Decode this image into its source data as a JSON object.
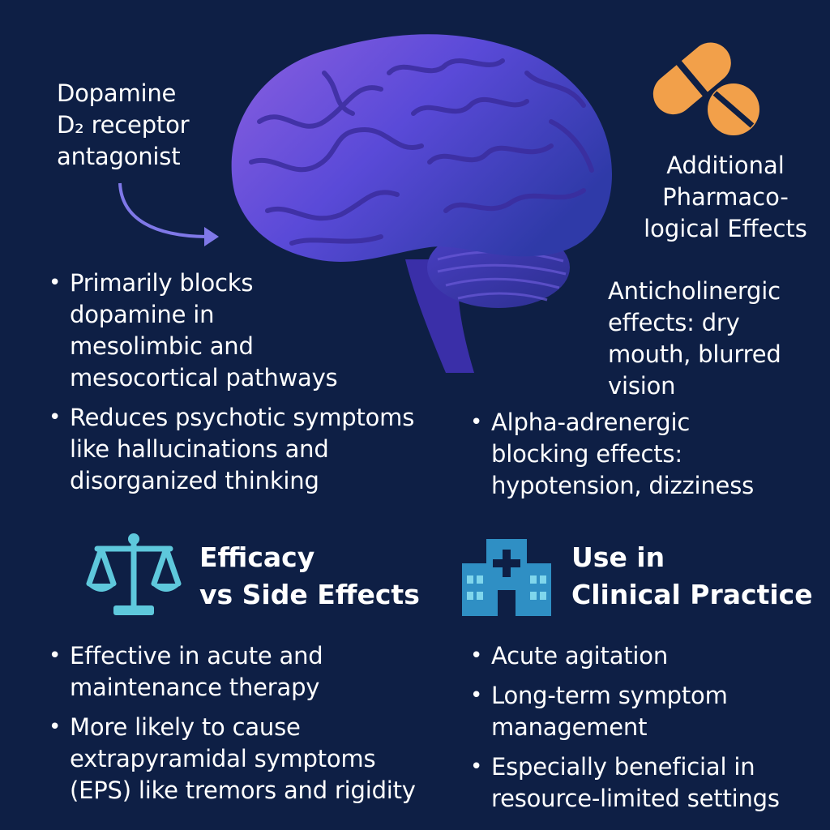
{
  "moa": {
    "label": "Dopamine\nD₂ receptor\nantagonist",
    "bullets": [
      "Primarily blocks\ndopamine in\nmesolimbic and\nmesocortical pathways",
      "Reduces psychotic symptoms\nlike hallucinations and\ndisorganized thinking"
    ]
  },
  "additional": {
    "title": "Additional\nPharmaco-\nlogical Effects",
    "anticholinergic": "Anticholinergic\neffects:  dry\nmouth, blurred\nvision",
    "bullets": [
      "Alpha-adrenergic\nblocking effects:\nhypotension, dizziness"
    ]
  },
  "efficacy": {
    "title": "Efficacy\nvs Side Effects",
    "bullets": [
      "Effective in acute and\nmaintenance therapy",
      "More likely to cause\nextrapyramidal symptoms\n(EPS) like tremors and rigidity"
    ]
  },
  "clinical": {
    "title": "Use in\nClinical Practice",
    "bullets": [
      "Acute agitation",
      "Long-term symptom\nmanagement",
      "Especially beneficial in\nresource-limited settings"
    ]
  },
  "colors": {
    "background": "#0e1f45",
    "brain": "#5b4bd6",
    "pill": "#f2a04a",
    "icon": "#5ec8dc"
  },
  "icons": [
    "brain-icon",
    "pill-icon",
    "scale-icon",
    "hospital-icon",
    "arrow-icon"
  ]
}
